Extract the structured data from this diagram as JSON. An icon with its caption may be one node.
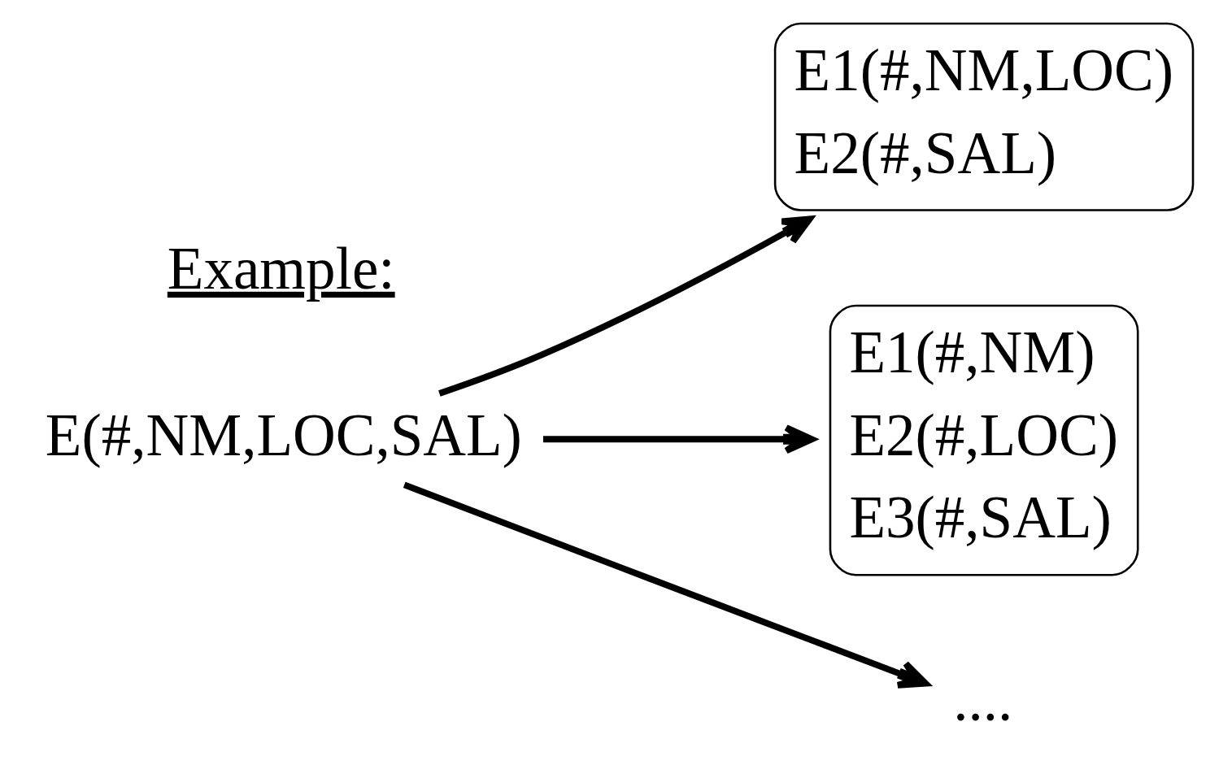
{
  "diagram": {
    "nodes": [
      {
        "text": [
          "E(#,NM,LOC,SAL)"
        ]
      },
      {
        "text": [
          "E1(#,NM,LOC)",
          "E2(#,SAL)"
        ]
      },
      {
        "text": [
          "E1(#,NM)",
          "E2(#,LOC)",
          "E3(#,SAL)"
        ]
      },
      {
        "text": [
          "...."
        ]
      }
    ],
    "edges": [
      {
        "from": 0,
        "to": 1,
        "arrow": "to"
      },
      {
        "from": 0,
        "to": 2,
        "arrow": "to"
      },
      {
        "from": 0,
        "to": 3,
        "arrow": "to"
      }
    ],
    "labels": [
      "Example:"
    ]
  }
}
